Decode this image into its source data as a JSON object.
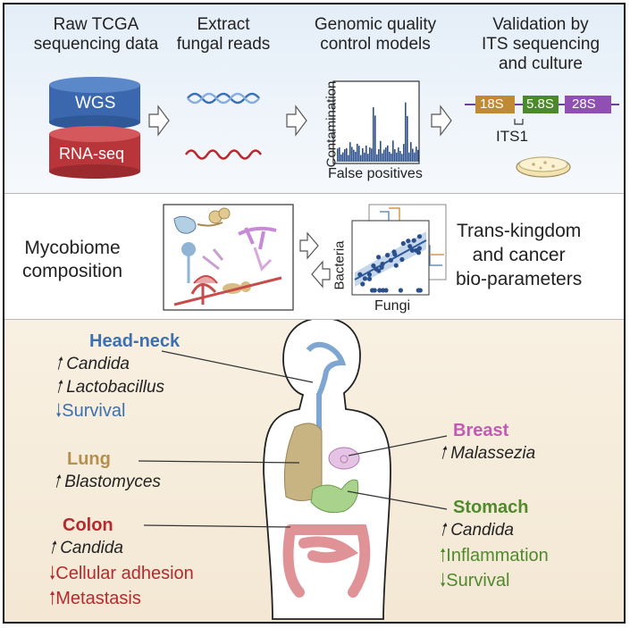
{
  "workflow": {
    "step1": {
      "line1": "Raw TCGA",
      "line2": "sequencing data",
      "cyl_top": "WGS",
      "cyl_bottom": "RNA-seq"
    },
    "step2": {
      "line1": "Extract",
      "line2": "fungal reads"
    },
    "step3": {
      "line1": "Genomic quality",
      "line2": "control models",
      "ylabel": "Contamination",
      "xlabel": "False positives"
    },
    "step4": {
      "line1": "Validation by",
      "line2": "ITS sequencing",
      "line3": "and culture",
      "seg1": "18S",
      "seg2": "5.8S",
      "seg3": "28S",
      "its": "ITS1"
    }
  },
  "middle": {
    "left_line1": "Mycobiome",
    "left_line2": "composition",
    "ylabel": "Bacteria",
    "xlabel": "Fungi",
    "right_line1": "Trans-kingdom",
    "right_line2": "and cancer",
    "right_line3": "bio-parameters"
  },
  "sites": {
    "headneck": {
      "title": "Head-neck",
      "items": [
        "Candida",
        "Lactobacillus",
        "Survival"
      ]
    },
    "lung": {
      "title": "Lung",
      "items": [
        "Blastomyces"
      ]
    },
    "colon": {
      "title": "Colon",
      "items": [
        "Candida",
        "Cellular adhesion",
        "Metastasis"
      ]
    },
    "breast": {
      "title": "Breast",
      "items": [
        "Malassezia"
      ]
    },
    "stomach": {
      "title": "Stomach",
      "items": [
        "Candida",
        "Inflammation",
        "Survival"
      ]
    }
  },
  "colors": {
    "blue": "#3c70b0",
    "tan": "#b48f4e",
    "red": "#b52a2e",
    "pink": "#c35ab5",
    "green": "#4f8a2c"
  }
}
